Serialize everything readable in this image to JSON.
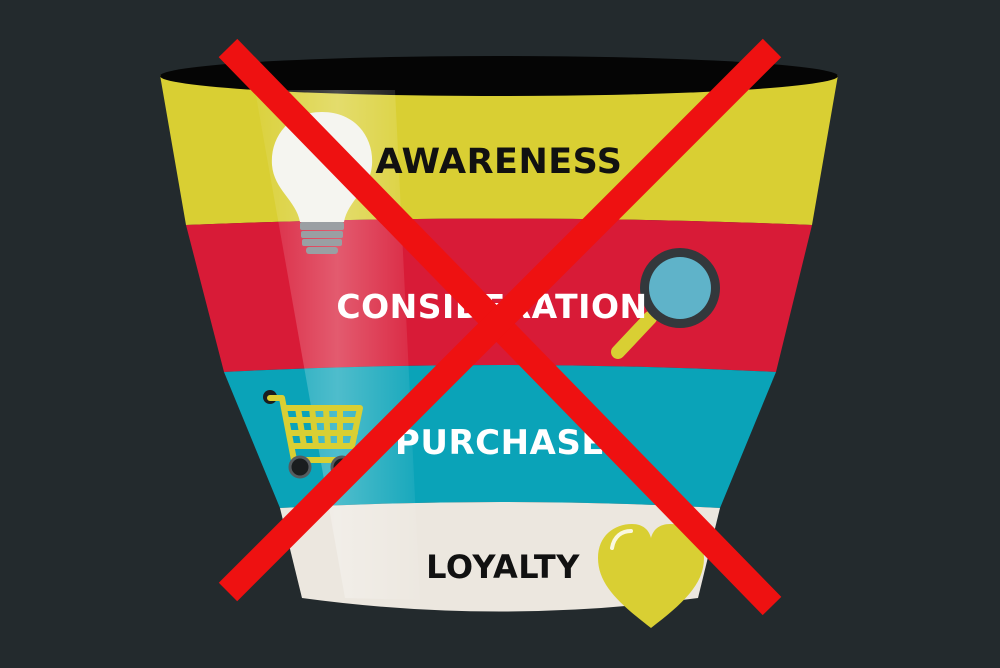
{
  "funnel": {
    "stages": [
      {
        "id": "awareness",
        "label": "AWARENESS",
        "color": "#d9cf33",
        "text_color": "#111111",
        "icon": "light-bulb-icon"
      },
      {
        "id": "consideration",
        "label": "CONSIDERATION",
        "color": "#d81b37",
        "text_color": "#ffffff",
        "icon": "magnifying-glass-icon"
      },
      {
        "id": "purchase",
        "label": "PURCHASE",
        "color": "#0aa3b8",
        "text_color": "#ffffff",
        "icon": "shopping-cart-icon"
      },
      {
        "id": "loyalty",
        "label": "LOYALTY",
        "color": "#ece7df",
        "text_color": "#111111",
        "icon": "heart-icon"
      }
    ],
    "rim_color": "#050505",
    "background": "#232a2d"
  },
  "overlay": {
    "icon": "red-x-cross-icon",
    "color": "#ee1111"
  },
  "icon_colors": {
    "bulb": "#f5f5f0",
    "bulb_base": "#9a9fa3",
    "magnifier_ring": "#33383c",
    "magnifier_lens": "#5fb3c9",
    "magnifier_handle": "#d9cf33",
    "cart": "#d9cf33",
    "cart_wheels": "#1a1d1f",
    "heart": "#d9cf33"
  }
}
